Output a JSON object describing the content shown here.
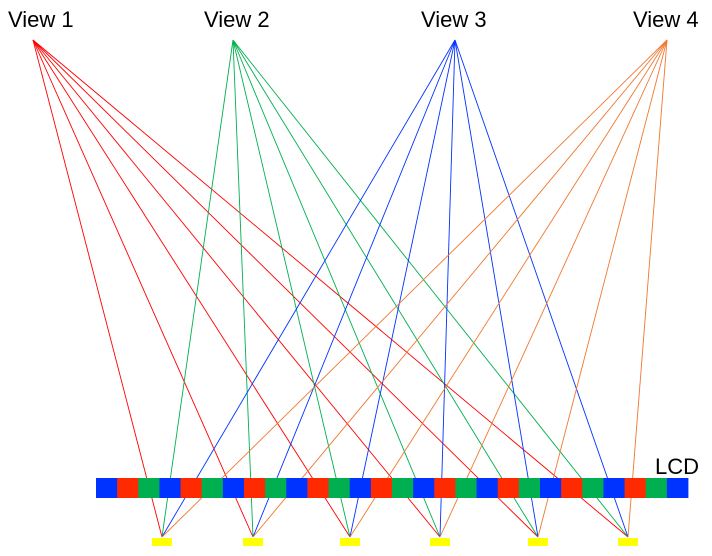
{
  "views": [
    {
      "label": "View 1",
      "color": "#ff0000"
    },
    {
      "label": "View 2",
      "color": "#00b050"
    },
    {
      "label": "View 3",
      "color": "#0033ff"
    },
    {
      "label": "View 4",
      "color": "#f07830"
    }
  ],
  "lcd": {
    "label": "LCD",
    "pixel_colors": [
      "#0033ff",
      "#ff2a00",
      "#00b050",
      "#0033ff",
      "#ff2a00",
      "#00b050",
      "#0033ff",
      "#ff2a00",
      "#00b050",
      "#0033ff",
      "#ff2a00",
      "#00b050",
      "#0033ff",
      "#ff2a00",
      "#00b050",
      "#0033ff",
      "#ff2a00",
      "#00b050",
      "#0033ff",
      "#ff2a00",
      "#00b050",
      "#0033ff",
      "#ff2a00",
      "#00b050",
      "#0033ff",
      "#ff2a00",
      "#00b050",
      "#0033ff"
    ]
  },
  "lens_color": "#ffff00"
}
